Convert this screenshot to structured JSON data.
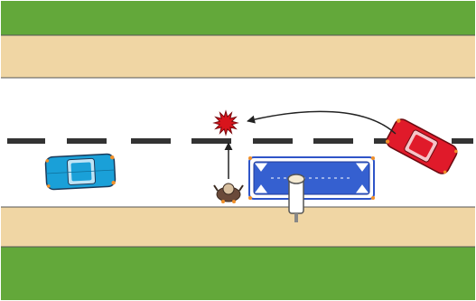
{
  "diagram": {
    "kind": "traffic-accident-sketch",
    "elements": [
      {
        "name": "blue-car",
        "icon": "car-icon",
        "color": "#1aa0d8",
        "heading": "right"
      },
      {
        "name": "parked-bus",
        "icon": "bus-icon",
        "color": "#2f55c8",
        "style": "outline",
        "heading": "right"
      },
      {
        "name": "red-car",
        "icon": "car-icon",
        "color": "#e01a2a",
        "heading": "left"
      },
      {
        "name": "pedestrian",
        "icon": "person-icon",
        "color": "#6a4a3a",
        "heading": "up"
      },
      {
        "name": "collision-point",
        "icon": "starburst-icon",
        "color": "#d8141c"
      },
      {
        "name": "bollard",
        "icon": "bollard-icon",
        "color": "#ffffff"
      }
    ],
    "paths": [
      {
        "name": "red-car-path",
        "from": "red-car",
        "to": "collision-point",
        "shape": "curved"
      },
      {
        "name": "pedestrian-path",
        "from": "pedestrian",
        "to": "collision-point",
        "shape": "straight"
      }
    ]
  },
  "colors": {
    "grass": "#63a83a",
    "sidewalk": "#f0d6a4",
    "road": "#ffffff",
    "lane_marking": "#333333",
    "outline": "#3a3a3a",
    "headlight": "#f0902a"
  }
}
